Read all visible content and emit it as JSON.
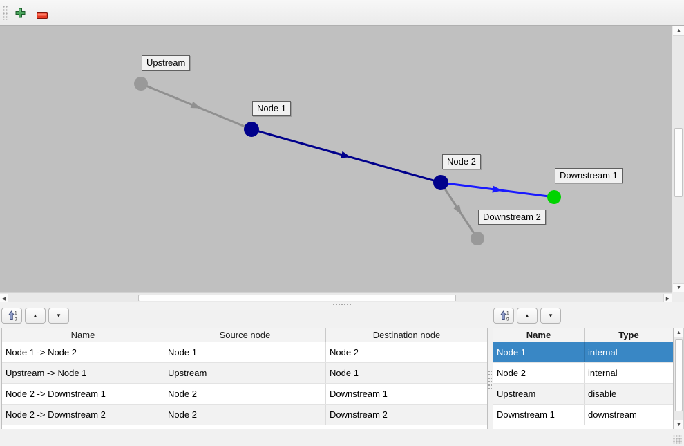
{
  "main_toolbar": {
    "add_button": {
      "icon": "plus-icon"
    },
    "remove_button": {
      "icon": "minus-icon"
    }
  },
  "graph": {
    "nodes": [
      {
        "label": "Upstream",
        "color": "#999999"
      },
      {
        "label": "Node 1",
        "color": "#00008b"
      },
      {
        "label": "Node 2",
        "color": "#00008b"
      },
      {
        "label": "Downstream 1",
        "color": "#00d400"
      },
      {
        "label": "Downstream 2",
        "color": "#999999"
      }
    ],
    "edges": [
      {
        "from": "Upstream",
        "to": "Node 1",
        "color": "#909090"
      },
      {
        "from": "Node 1",
        "to": "Node 2",
        "color": "#00008b"
      },
      {
        "from": "Node 2",
        "to": "Downstream 1",
        "color": "#1a1aff"
      },
      {
        "from": "Node 2",
        "to": "Downstream 2",
        "color": "#909090"
      }
    ],
    "canvas_color": "#c0c0c0"
  },
  "icons": {
    "up_arrow": "▲",
    "down_arrow": "▼",
    "scroll_up": "▲",
    "scroll_down": "▼",
    "scroll_left": "◀",
    "scroll_right": "▶",
    "sort_one": "1",
    "sort_nine": "9"
  },
  "edge_panel": {
    "headers": [
      "Name",
      "Source node",
      "Destination node"
    ],
    "rows": [
      [
        "Node 1 -> Node 2",
        "Node 1",
        "Node 2"
      ],
      [
        "Upstream -> Node 1",
        "Upstream",
        "Node 1"
      ],
      [
        "Node 2 -> Downstream 1",
        "Node 2",
        "Downstream 1"
      ],
      [
        "Node 2 -> Downstream 2",
        "Node 2",
        "Downstream 2"
      ]
    ]
  },
  "node_panel": {
    "headers": [
      "Name",
      "Type"
    ],
    "rows": [
      [
        "Node 1",
        "internal"
      ],
      [
        "Node 2",
        "internal"
      ],
      [
        "Upstream",
        "disable"
      ],
      [
        "Downstream 1",
        "downstream"
      ]
    ],
    "selected_row": 0,
    "selection_color": "#3987c5"
  }
}
